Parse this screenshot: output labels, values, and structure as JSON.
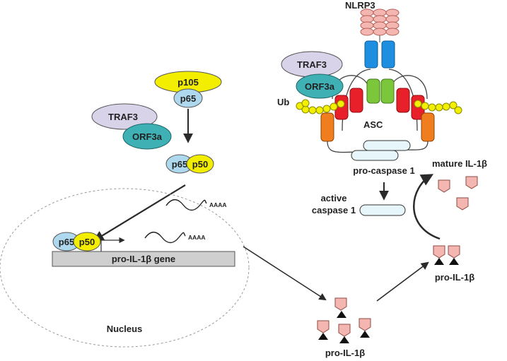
{
  "labels": {
    "nlrp3": "NLRP3",
    "traf3_top": "TRAF3",
    "orf3a_top": "ORF3a",
    "ub": "Ub",
    "asc": "ASC",
    "pro_caspase": "pro-caspase 1",
    "active_caspase_line1": "active",
    "active_caspase_line2": "caspase 1",
    "mature_il1b": "mature IL-1β",
    "pro_il1b_right": "pro-IL-1β",
    "pro_il1b_bottom": "pro-IL-1β",
    "p105": "p105",
    "p65_top": "p65",
    "traf3_left": "TRAF3",
    "orf3a_left": "ORF3a",
    "p65_mid": "p65",
    "p50_mid": "p50",
    "p65_nuc": "p65",
    "p50_nuc": "p50",
    "gene": "pro-IL-1β gene",
    "polya_1": "AAAA",
    "polya_2": "AAAA",
    "nucleus": "Nucleus"
  },
  "colors": {
    "nlrp3_pink": "#f4b6b0",
    "blue_domain": "#1e8fe0",
    "green_domain": "#7cc63c",
    "red_domain": "#e8202a",
    "orange_domain": "#f07d1e",
    "ub_yellow": "#f2f000",
    "traf3_lavender": "#d9d3ea",
    "orf3a_teal": "#3fb0b4",
    "p65_lightblue": "#aed8ee",
    "p50_yellow": "#f3ee00",
    "il1b_pink": "#f4b6b0",
    "caspase_pale": "#e6f6fb",
    "gene_grey": "#cfcfcf"
  }
}
